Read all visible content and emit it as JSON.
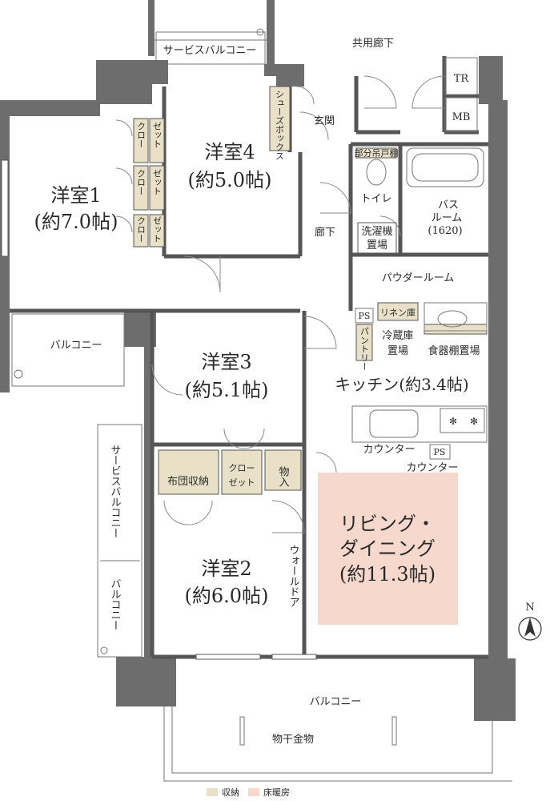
{
  "colors": {
    "storage": "#e8e1c8",
    "floor_heating": "#f6d9cc",
    "wall": "#6d6d6d"
  },
  "rooms": {
    "western1": {
      "name": "洋室1",
      "size": "(約7.0帖)"
    },
    "western2": {
      "name": "洋室2",
      "size": "(約6.0帖)"
    },
    "western3": {
      "name": "洋室3",
      "size": "(約5.1帖)"
    },
    "western4": {
      "name": "洋室4",
      "size": "(約5.0帖)"
    },
    "ldk": {
      "name1": "リビング・",
      "name2": "ダイニング",
      "size": "(約11.3帖)"
    },
    "kitchen": "キッチン(約3.4帖)"
  },
  "labels": {
    "service_balcony_top": "サービスバルコニー",
    "shared_corridor": "共用廊下",
    "tr": "TR",
    "mb": "MB",
    "shoe_box": "シューズボックス",
    "entrance": "玄関",
    "partial_cabinet": "部分吊戸棚",
    "toilet": "トイレ",
    "bath_l1": "バス",
    "bath_l2": "ルーム",
    "bath_l3": "(1620)",
    "washer_l1": "洗濯機",
    "washer_l2": "置場",
    "hallway": "廊下",
    "powder_room": "パウダールーム",
    "ps_top": "PS",
    "linen": "リネン庫",
    "pantry": "パントリー",
    "fridge_l1": "冷蔵庫",
    "fridge_l2": "置場",
    "dish_shelf": "食器棚置場",
    "counter1": "カウンター",
    "ps_bottom": "PS",
    "counter2": "カウンター",
    "balcony_left": "バルコニー",
    "service_balcony_left": "サービスバルコニー",
    "balcony_left_small": "バルコニー",
    "futon": "布団収納",
    "closet": "クローゼット",
    "closet_l1": "クロー",
    "closet_l2": "ゼット",
    "storage": "物入",
    "walldoor": "ウォールドア",
    "balcony_bottom": "バルコニー",
    "laundry_pole": "物干金物",
    "north": "N"
  },
  "legend": {
    "storage": "収納",
    "floor_heating": "床暖房"
  }
}
